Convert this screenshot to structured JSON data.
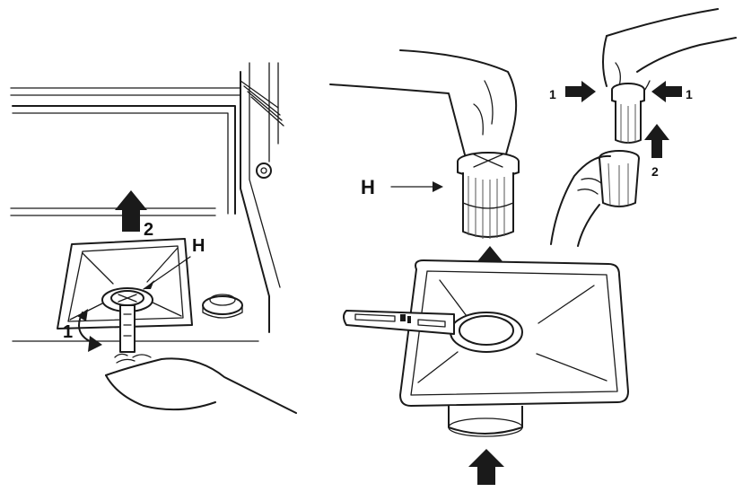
{
  "labels": {
    "filter_h_left": "H",
    "filter_h_mid": "H",
    "step_1_left": "1",
    "step_2_left": "2",
    "squeeze_left": "1",
    "squeeze_right": "1",
    "step_2_right": "2"
  },
  "colors": {
    "ink": "#1a1a1a",
    "background": "#ffffff"
  }
}
